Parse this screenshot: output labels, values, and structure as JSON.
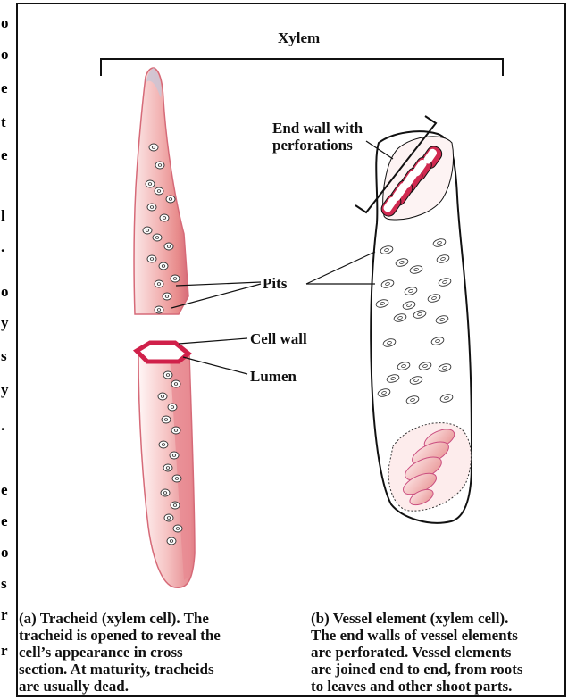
{
  "title": "Xylem",
  "labels": {
    "end_wall": "End wall with\nperforations",
    "pits": "Pits",
    "cell_wall": "Cell wall",
    "lumen": "Lumen"
  },
  "captions": {
    "a": "(a) Tracheid (xylem cell). The\ntracheid is opened to reveal the\ncell’s appearance in cross\nsection. At maturity, tracheids\nare usually dead.",
    "b": "(b) Vessel element (xylem cell).\nThe end walls of vessel elements\nare perforated. Vessel elements\nare joined end to end, from roots\nto leaves and other shoot parts."
  },
  "edge_text": [
    "o",
    "o",
    "e",
    "t",
    "e",
    "l",
    ".",
    "o",
    "y",
    "s",
    "y",
    ".",
    "e",
    "e",
    "o",
    "s",
    "r",
    "r"
  ],
  "colors": {
    "cell_pink": "#e89898",
    "cell_dark": "#c8456a",
    "wall_magenta": "#d0204a",
    "outline": "#1a1a1a"
  }
}
